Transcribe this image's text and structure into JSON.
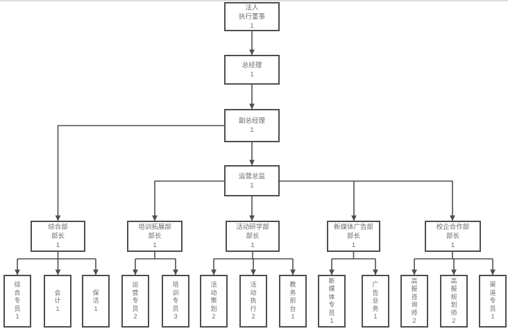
{
  "palette": {
    "box_border": "#4d4d4d",
    "connector": "#4d4d4d",
    "text": "#6b6b6b",
    "background": "#ffffff",
    "top_edge_line": "#dcdcdc"
  },
  "org_chart": {
    "type": "org-tree",
    "nodes": {
      "legal_director": {
        "label": "法人\n执行董事",
        "count": "1"
      },
      "general_manager": {
        "label": "总经理",
        "count": "1"
      },
      "deputy_gm": {
        "label": "副总经理",
        "count": "1"
      },
      "ops_director": {
        "label": "运营总监",
        "count": "1"
      },
      "dept_general": {
        "label": "综合部\n部长",
        "count": "1"
      },
      "dept_training": {
        "label": "培训拓展部\n部长",
        "count": "1"
      },
      "dept_activity": {
        "label": "活动研学部\n部长",
        "count": "1"
      },
      "dept_media": {
        "label": "新媒体广告部\n部长",
        "count": "1"
      },
      "dept_coop": {
        "label": "校企合作部\n部长",
        "count": "1"
      },
      "general_specialist": {
        "label": "综合专员",
        "count": "1"
      },
      "accountant": {
        "label": "会计",
        "count": "1"
      },
      "cleaner": {
        "label": "保洁",
        "count": "1"
      },
      "operation_specialist": {
        "label": "运营专员",
        "count": "2"
      },
      "training_specialist": {
        "label": "培训专员",
        "count": "3"
      },
      "activity_planner": {
        "label": "活动策划",
        "count": "2"
      },
      "activity_executor": {
        "label": "活动执行",
        "count": "2"
      },
      "academic_reception": {
        "label": "教务前台",
        "count": "1"
      },
      "new_media_specialist": {
        "label": "新媒体专员",
        "count": "1"
      },
      "ad_business": {
        "label": "广告业务",
        "count": "1"
      },
      "gaokao_consultant": {
        "label": "高报咨询师",
        "count": "2"
      },
      "gaokao_planner": {
        "label": "高报规划师",
        "count": "2"
      },
      "channel_specialist": {
        "label": "渠道专员",
        "count": "1"
      }
    },
    "edges": [
      {
        "from": "legal_director",
        "to": "general_manager"
      },
      {
        "from": "general_manager",
        "to": "deputy_gm"
      },
      {
        "from": "deputy_gm",
        "to": "ops_director"
      },
      {
        "from": "deputy_gm",
        "to": "dept_general"
      },
      {
        "from": "ops_director",
        "to": "dept_training"
      },
      {
        "from": "ops_director",
        "to": "dept_activity"
      },
      {
        "from": "ops_director",
        "to": "dept_media"
      },
      {
        "from": "ops_director",
        "to": "dept_coop"
      },
      {
        "from": "dept_general",
        "to": "general_specialist"
      },
      {
        "from": "dept_general",
        "to": "accountant"
      },
      {
        "from": "dept_general",
        "to": "cleaner"
      },
      {
        "from": "dept_training",
        "to": "operation_specialist"
      },
      {
        "from": "dept_training",
        "to": "training_specialist"
      },
      {
        "from": "dept_activity",
        "to": "activity_planner"
      },
      {
        "from": "dept_activity",
        "to": "activity_executor"
      },
      {
        "from": "dept_activity",
        "to": "academic_reception"
      },
      {
        "from": "dept_media",
        "to": "new_media_specialist"
      },
      {
        "from": "dept_media",
        "to": "ad_business"
      },
      {
        "from": "dept_coop",
        "to": "gaokao_consultant"
      },
      {
        "from": "dept_coop",
        "to": "gaokao_planner"
      },
      {
        "from": "dept_coop",
        "to": "channel_specialist"
      }
    ]
  }
}
